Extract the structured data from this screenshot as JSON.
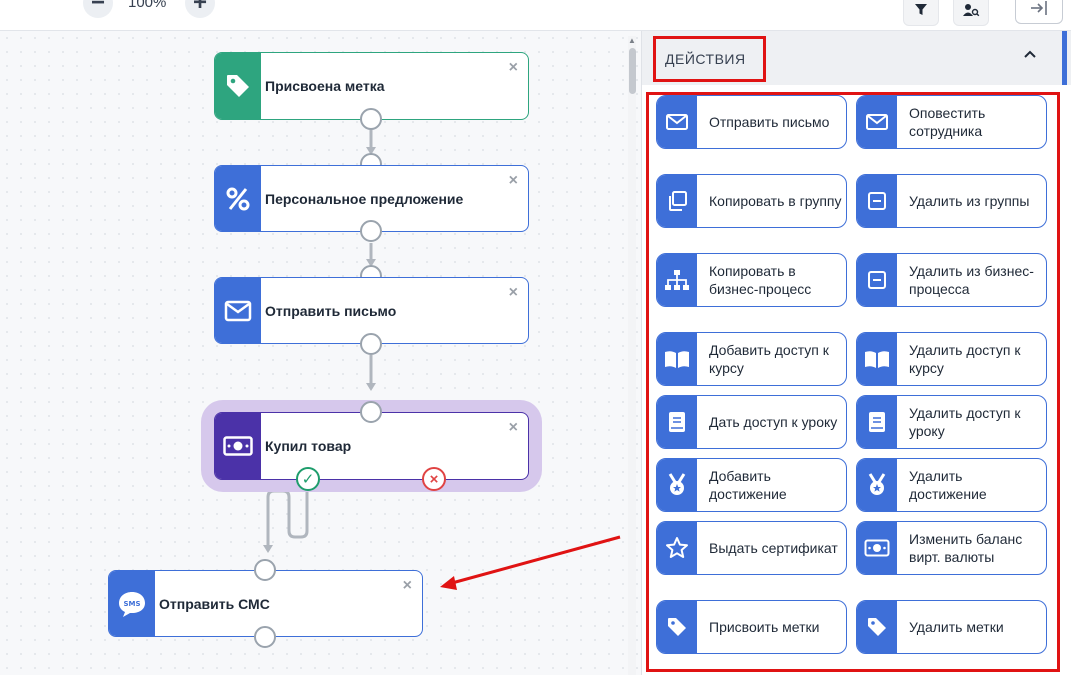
{
  "toolbar": {
    "zoom_out": "−",
    "zoom_level": "100%",
    "zoom_in": "+"
  },
  "canvas": {
    "nodes": [
      {
        "label": "Присвоена метка",
        "icon": "tag-icon",
        "color": "#2ea57f"
      },
      {
        "label": "Персональное предложение",
        "icon": "percent-icon",
        "color": "#3e6fd8"
      },
      {
        "label": "Отправить письмо",
        "icon": "envelope-icon",
        "color": "#3e6fd8"
      },
      {
        "label": "Купил товар",
        "icon": "banknote-icon",
        "color": "#4b32a8"
      },
      {
        "label": "Отправить СМС",
        "icon": "sms-icon",
        "color": "#3e6fd8"
      }
    ],
    "close_glyph": "×",
    "success_glyph": "✓",
    "fail_glyph": "×",
    "sms_badge": "SMS"
  },
  "panel": {
    "title": "ДЕЙСТВИЯ",
    "accent_color": "#3e6fd8",
    "highlight_color": "#e01313",
    "actions": [
      {
        "label": "Отправить письмо",
        "icon": "envelope-icon"
      },
      {
        "label": "Оповестить сотрудника",
        "icon": "envelope-icon"
      },
      {
        "label": "Копировать в группу",
        "icon": "copy-icon"
      },
      {
        "label": "Удалить из группы",
        "icon": "minus-box-icon"
      },
      {
        "label": "Копировать в бизнес-процесс",
        "icon": "sitemap-icon"
      },
      {
        "label": "Удалить из бизнес-процесса",
        "icon": "minus-box-icon"
      },
      {
        "label": "Добавить доступ к курсу",
        "icon": "open-book-icon"
      },
      {
        "label": "Удалить доступ к курсу",
        "icon": "open-book-icon"
      },
      {
        "label": "Дать доступ к уроку",
        "icon": "book-icon"
      },
      {
        "label": "Удалить доступ к уроку",
        "icon": "book-icon"
      },
      {
        "label": "Добавить достижение",
        "icon": "medal-icon"
      },
      {
        "label": "Удалить достижение",
        "icon": "medal-icon"
      },
      {
        "label": "Выдать сертификат",
        "icon": "star-icon"
      },
      {
        "label": "Изменить баланс вирт. валюты",
        "icon": "banknote-icon"
      },
      {
        "label": "Присвоить метки",
        "icon": "tag-icon"
      },
      {
        "label": "Удалить метки",
        "icon": "tag-icon"
      }
    ]
  }
}
